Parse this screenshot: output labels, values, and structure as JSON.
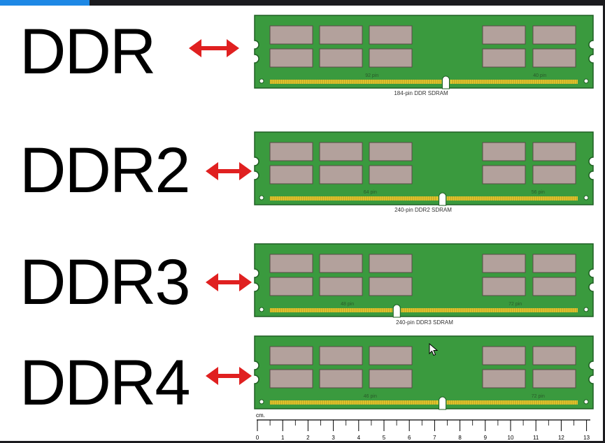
{
  "colors": {
    "pcb": "#3a9a3e",
    "pcb_dark": "#1f5f23",
    "chip": "#b3a19c",
    "chip_border": "#5a4a48",
    "pins": "#e6c930",
    "arrow": "#e02020",
    "accent_bar": "#1e88e5"
  },
  "modules": [
    {
      "label": "DDR",
      "left_pins": "92 pin",
      "right_pins": "40 pin",
      "notch_fraction": 0.565,
      "caption": "184-pin DDR SDRAM"
    },
    {
      "label": "DDR2",
      "left_pins": "64 pin",
      "right_pins": "56 pin",
      "notch_fraction": 0.555,
      "caption": "240-pin DDR2 SDRAM"
    },
    {
      "label": "DDR3",
      "left_pins": "48 pin",
      "right_pins": "72 pin",
      "notch_fraction": 0.42,
      "caption": "240-pin DDR3 SDRAM"
    },
    {
      "label": "DDR4",
      "left_pins": "46 pin",
      "right_pins": "72 pin",
      "notch_fraction": 0.555,
      "caption": ""
    }
  ],
  "ruler": {
    "unit": "cm.",
    "ticks": [
      "0",
      "1",
      "2",
      "3",
      "4",
      "5",
      "6",
      "7",
      "8",
      "9",
      "10",
      "11",
      "12",
      "13"
    ]
  }
}
